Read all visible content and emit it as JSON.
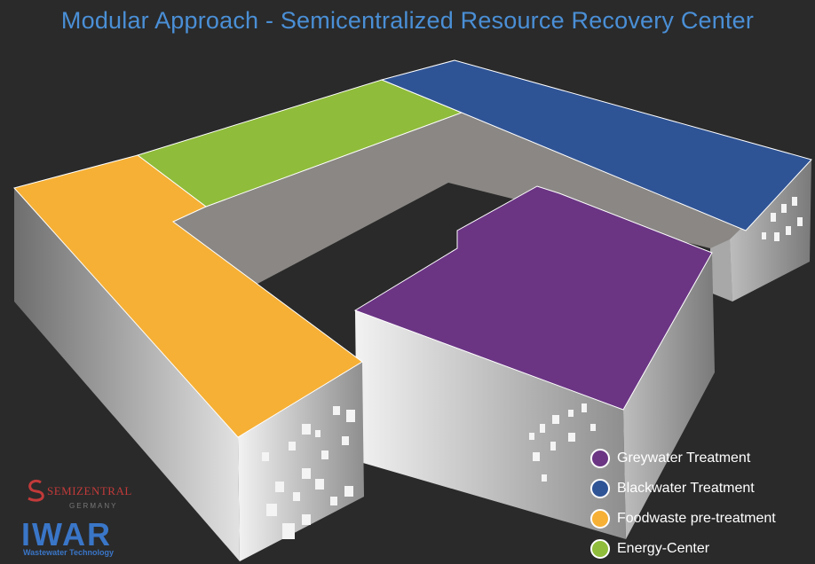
{
  "title": "Modular Approach - Semicentralized Resource Recovery Center",
  "legend": [
    {
      "label": "Greywater Treatment",
      "color": "#6b3584"
    },
    {
      "label": "Blackwater Treatment",
      "color": "#2f5496"
    },
    {
      "label": "Foodwaste pre-treatment",
      "color": "#f6b035"
    },
    {
      "label": "Energy-Center",
      "color": "#8fbc3a"
    }
  ],
  "logos": {
    "semizentral": {
      "name": "SEMIZENTRAL",
      "sub": "GERMANY",
      "color": "#c23a3a"
    },
    "iwar": {
      "name": "IWAR",
      "sub": "Wastewater Technology",
      "color": "#3a76c8"
    }
  },
  "colors": {
    "background": "#2a2a2a",
    "title": "#4a8fd6",
    "connector_roof": "#8a8784",
    "wall": "#b0b0b0"
  }
}
